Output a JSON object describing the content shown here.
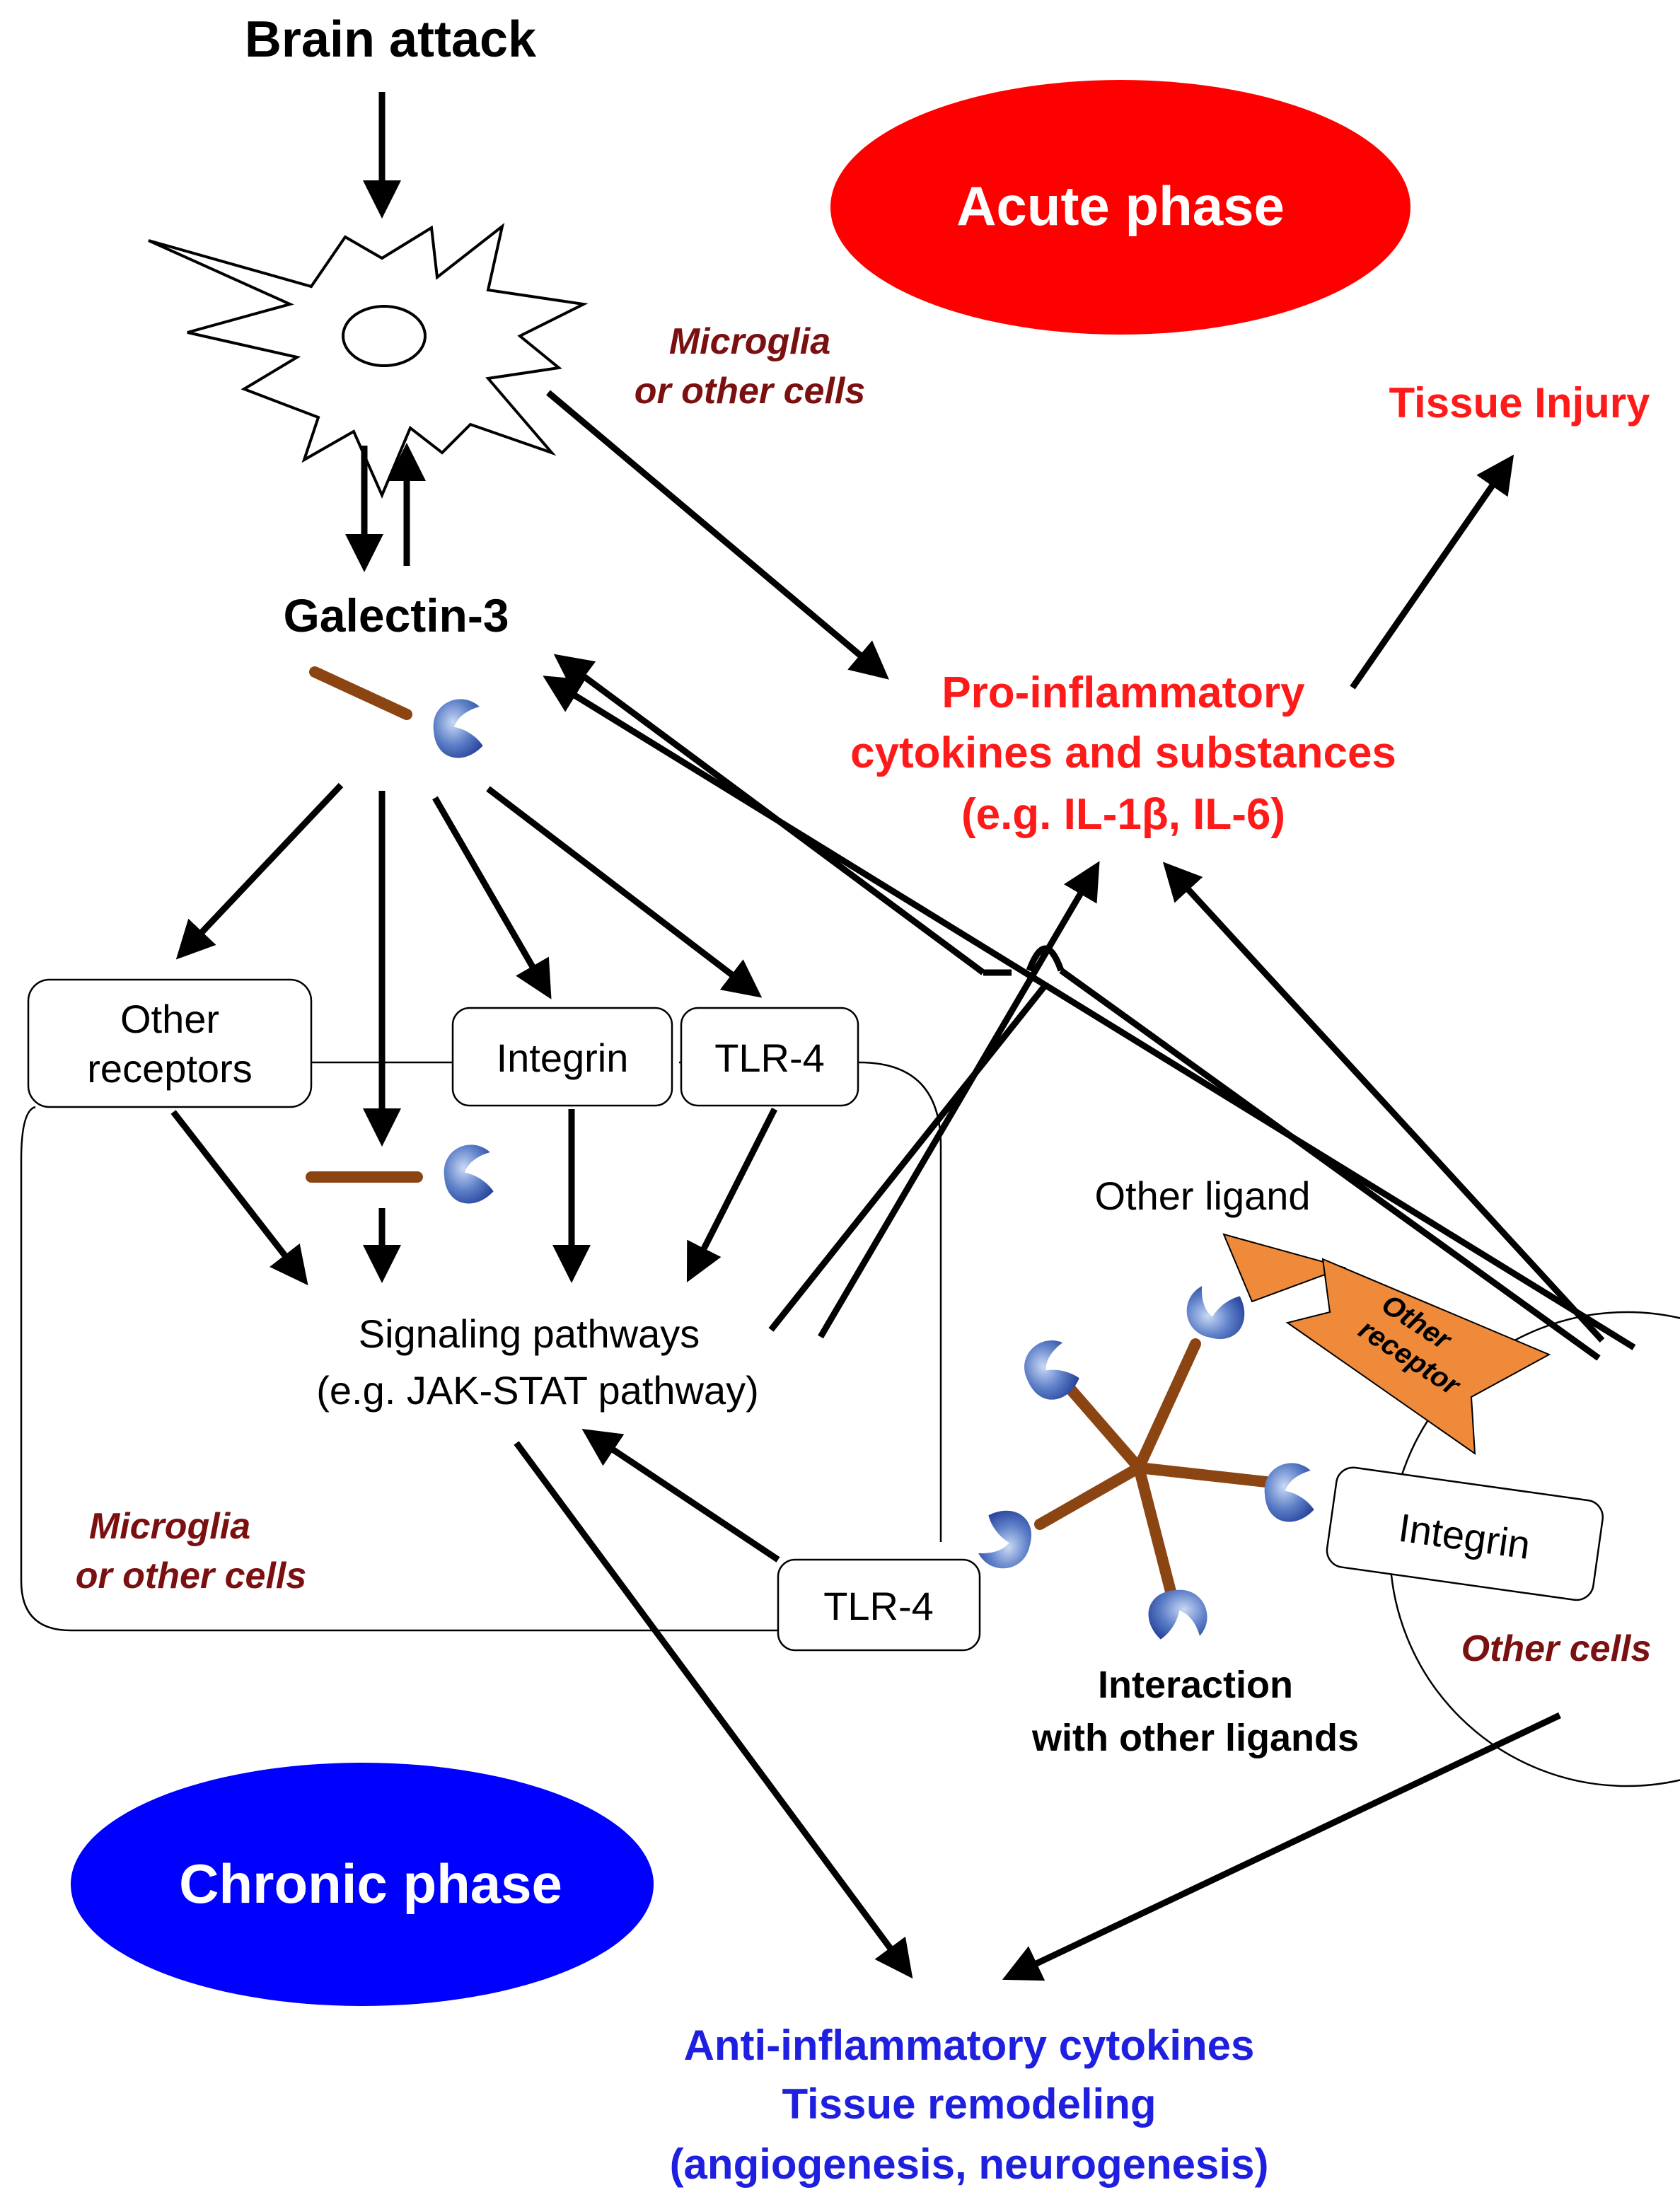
{
  "labels": {
    "brain_attack": "Brain attack",
    "acute_phase": "Acute phase",
    "chronic_phase": "Chronic phase",
    "microglia_top_line1": "Microglia",
    "microglia_top_line2": "or other cells",
    "tissue_injury": "Tissue Injury",
    "galectin3": "Galectin-3",
    "pro_inflammatory_line1": "Pro-inflammatory",
    "pro_inflammatory_line2": "cytokines and substances",
    "pro_inflammatory_line3": "(e.g. IL-1β, IL-6)",
    "other_receptors_line1": "Other",
    "other_receptors_line2": "receptors",
    "integrin": "Integrin",
    "tlr4": "TLR-4",
    "other_ligand": "Other ligand",
    "other_receptor_line1": "Other",
    "other_receptor_line2": "receptor",
    "signaling_line1": "Signaling pathways",
    "signaling_line2": "(e.g. JAK-STAT pathway)",
    "microglia_bottom_line1": "Microglia",
    "microglia_bottom_line2": "or other cells",
    "tlr4_bottom": "TLR-4",
    "integrin_right": "Integrin",
    "other_cells": "Other cells",
    "interaction_line1": "Interaction",
    "interaction_line2": "with other ligands",
    "anti_inflammatory_line1": "Anti-inflammatory cytokines",
    "anti_inflammatory_line2": "Tissue remodeling",
    "anti_inflammatory_line3": "(angiogenesis, neurogenesis)"
  },
  "colors": {
    "acute": "#ff0000",
    "chronic": "#0000ff",
    "red_text": "#ff1a1a",
    "blue_text": "#1f1fe0",
    "maroon_text": "#7a1010",
    "stem": "#8b4513",
    "receptor_fill": "#ee8a3a"
  },
  "icons": {
    "microglia": "microglia-cell-icon",
    "galectin": "galectin-3-molecule-icon",
    "pentamer": "galectin-3-pentamer-icon",
    "ligand": "other-ligand-icon",
    "receptor": "other-receptor-icon"
  }
}
